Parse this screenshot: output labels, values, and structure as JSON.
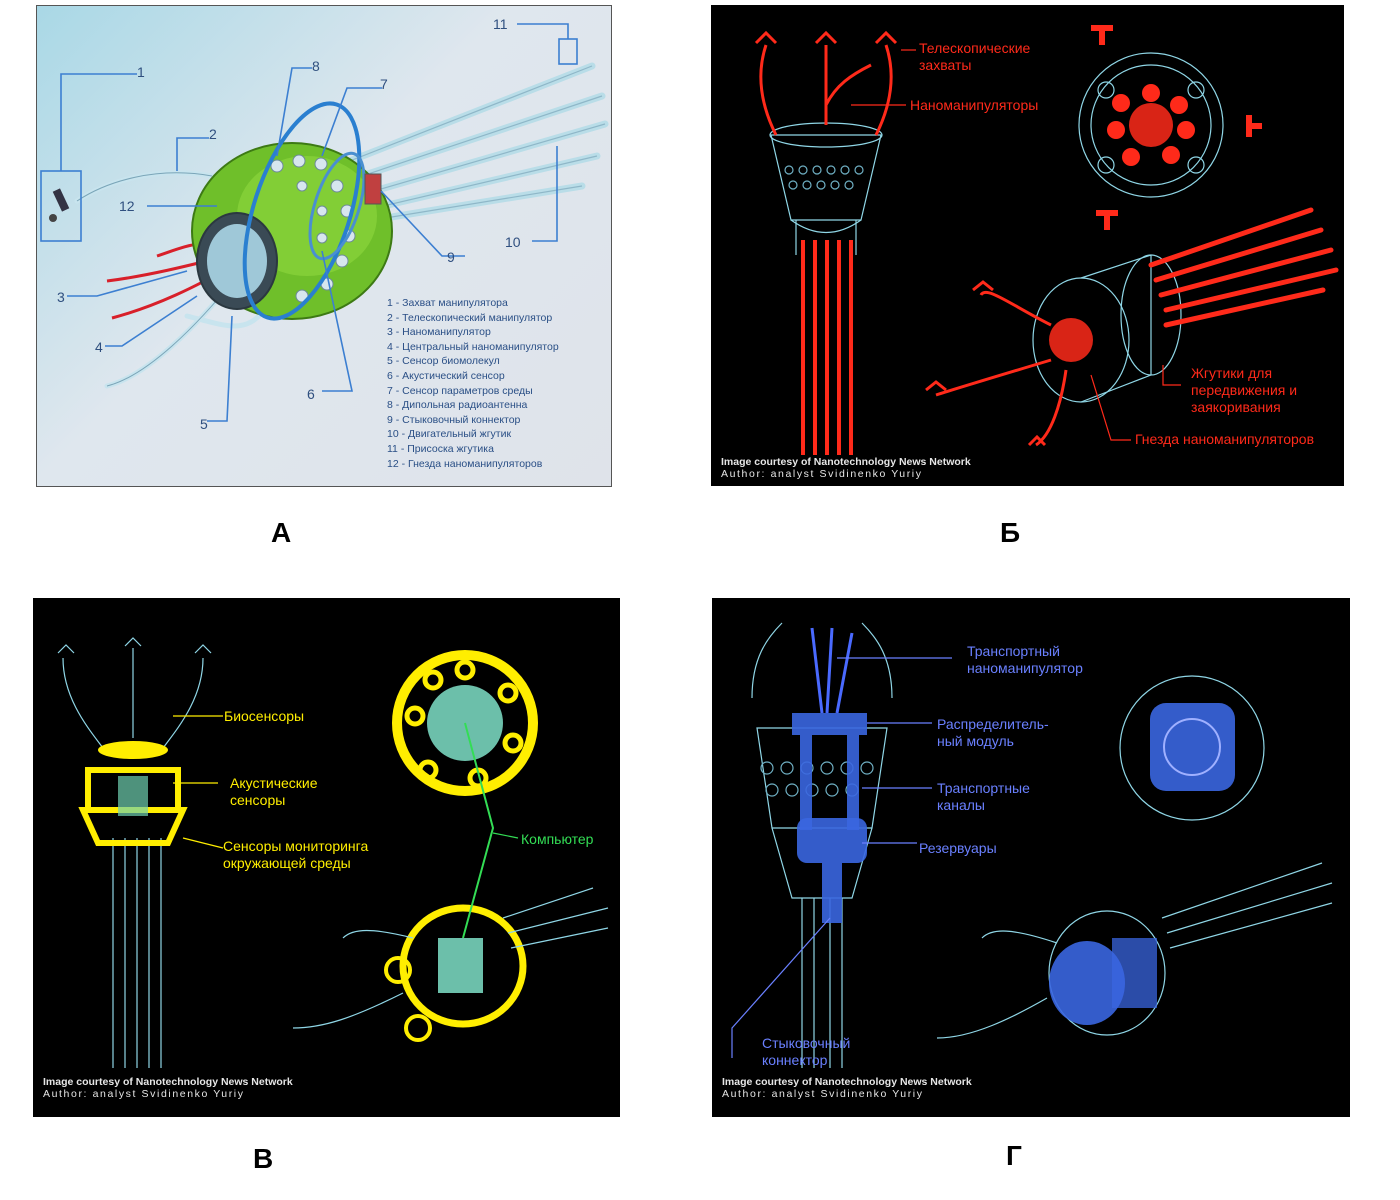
{
  "panels": {
    "a": {
      "caption": "А",
      "numbers": [
        "1",
        "2",
        "3",
        "4",
        "5",
        "6",
        "7",
        "8",
        "9",
        "10",
        "11",
        "12"
      ],
      "legend": [
        "1 - Захват манипулятора",
        "2 - Телескопический манипулятор",
        "3 - Наноманипулятор",
        "4 - Центральный наноманипулятор",
        "5 - Сенсор биомолекул",
        "6 - Акустический сенсор",
        "7 - Сенсор параметров среды",
        "8 - Дипольная радиоантенна",
        "9 - Стыковочный коннектор",
        "10 - Двигательный жгутик",
        "11 - Присоска жгутика",
        "12 - Гнезда наноманипуляторов"
      ]
    },
    "b": {
      "caption": "Б",
      "labels": {
        "telescopic": "Телескопические\nзахваты",
        "nanomanip": "Наноманипуляторы",
        "flagella": "Жгутики для\nпередвижения и\nзаякоривания",
        "sockets": "Гнезда наноманипуляторов"
      },
      "credit": "Image courtesy of Nanotechnology News Network",
      "author": "Author: analyst Svidinenko Yuriy"
    },
    "v": {
      "caption": "В",
      "labels": {
        "biosensors": "Биосенсоры",
        "acoustic": "Акустические\nсенсоры",
        "monitoring": "Сенсоры мониторинга\nокружающей среды",
        "computer": "Компьютер"
      },
      "credit": "Image courtesy of Nanotechnology News Network",
      "author": "Author: analyst Svidinenko Yuriy"
    },
    "g": {
      "caption": "Г",
      "labels": {
        "transport_manip": "Транспортный\nнаноманипулятор",
        "distrib": "Распределитель-\nный модуль",
        "channels": "Транспортные\nканалы",
        "reservoirs": "Резервуары",
        "docking": "Стыковочный\nконнектор"
      },
      "credit": "Image courtesy of Nanotechnology News Network",
      "author": "Author: analyst Svidinenko Yuriy"
    }
  },
  "colors": {
    "panel_a_bg": "#dde6ef",
    "panel_dark_bg": "#000000",
    "robot_green": "#6fbf2a",
    "wire_cyan": "#8fd6e6",
    "label_red": "#ff2a1a",
    "label_yellow": "#ffee00",
    "label_green": "#33dd55",
    "label_blue": "#6a80ff",
    "legend_blue": "#2a4f86"
  }
}
